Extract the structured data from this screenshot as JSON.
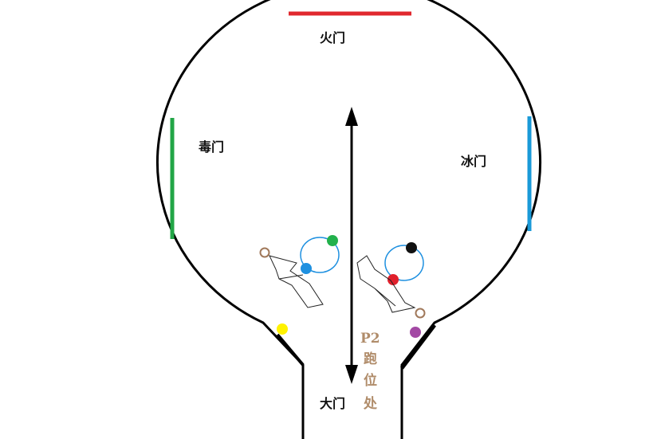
{
  "labels": {
    "fire_gate": "火门",
    "poison_gate": "毒门",
    "ice_gate": "冰门",
    "main_gate": "大门"
  },
  "p2_note": {
    "line1": "P2",
    "line2": "跑",
    "line3": "位",
    "line4": "处"
  },
  "colors": {
    "arena_outline": "#000000",
    "fire_gate": "#e0282e",
    "poison_gate": "#22a646",
    "ice_gate": "#1a9ad8",
    "marker_green": "#22b14c",
    "marker_blue": "#1e90e0",
    "marker_black": "#111111",
    "marker_red": "#e0202c",
    "marker_yellow": "#fff200",
    "marker_purple": "#a349a4",
    "marker_brown": "#a0785a",
    "circle_ring": "#1e90e0",
    "p2_text": "#b08c6a"
  },
  "markers": [
    {
      "name": "green-player-marker",
      "color": "green"
    },
    {
      "name": "blue-player-marker",
      "color": "blue"
    },
    {
      "name": "black-player-marker",
      "color": "black"
    },
    {
      "name": "red-player-marker",
      "color": "red"
    },
    {
      "name": "yellow-player-marker",
      "color": "yellow"
    },
    {
      "name": "purple-player-marker",
      "color": "purple"
    }
  ]
}
